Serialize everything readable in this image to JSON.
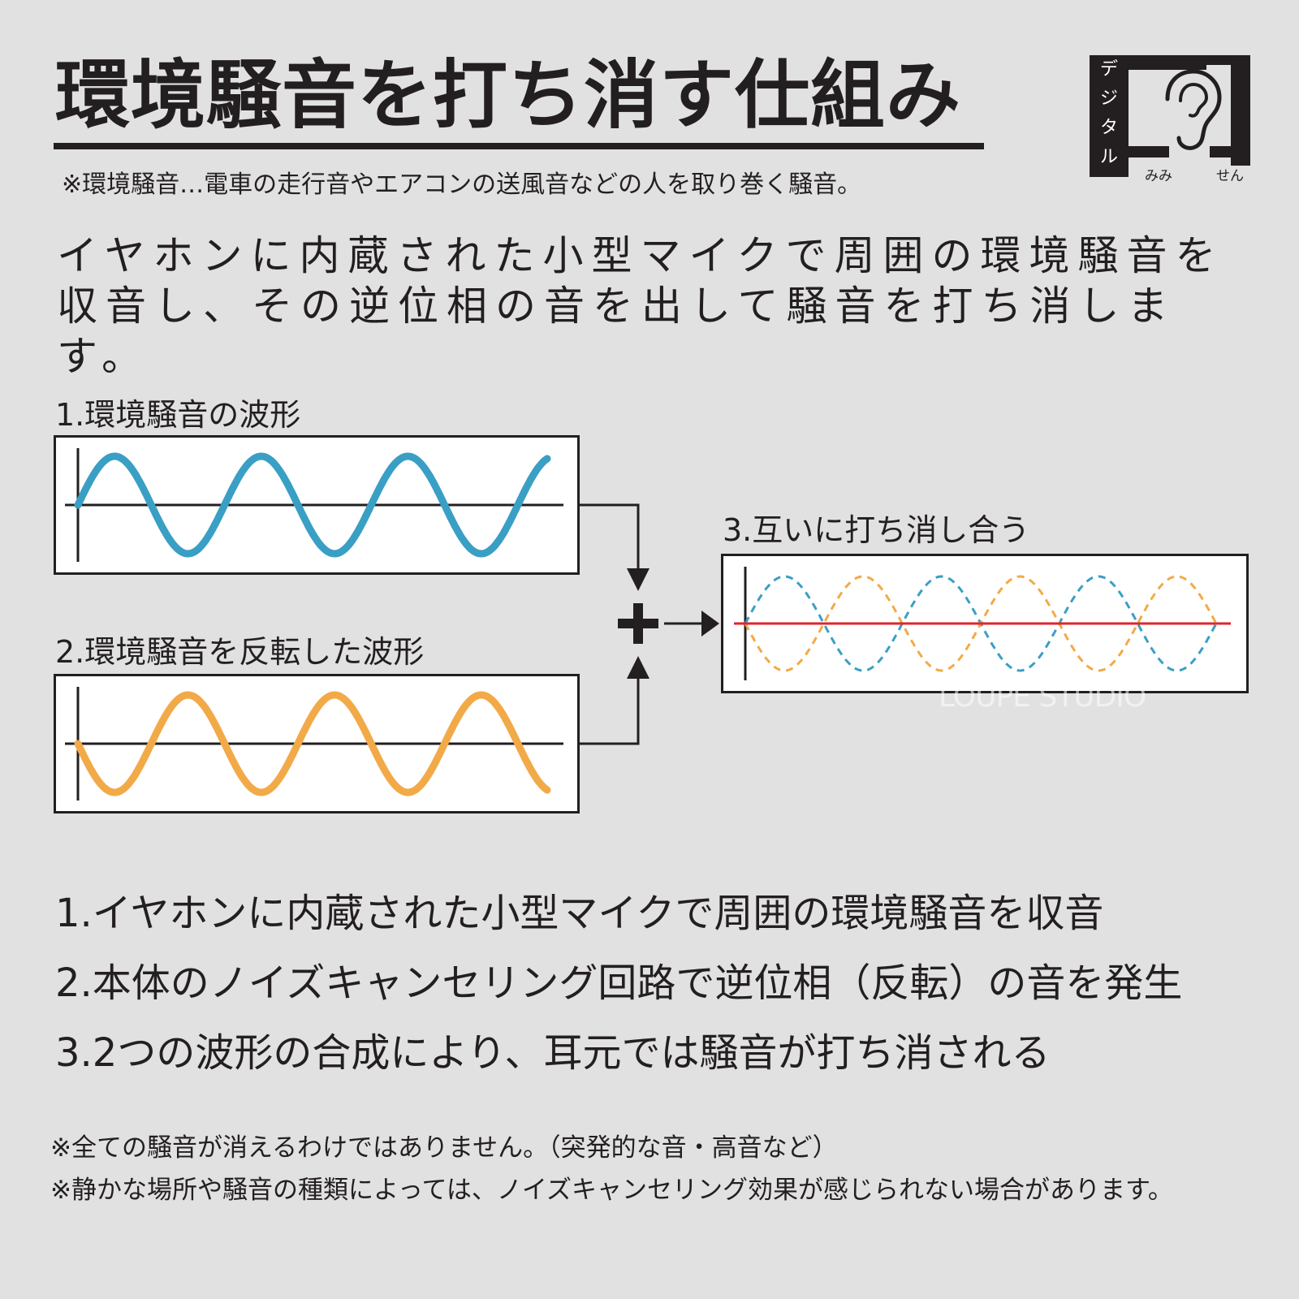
{
  "header": {
    "title": "環境騒音を打ち消す仕組み",
    "note": "※環境騒音…電車の走行音やエアコンの送風音などの人を取り巻く騒音。"
  },
  "logo": {
    "vertical_text": [
      "デ",
      "ジ",
      "タ",
      "ル"
    ],
    "cap_left": "みみ",
    "cap_right": "せん"
  },
  "lead": "イヤホンに内蔵された小型マイクで周囲の環境騒音を収音し、その逆位相の音を出して騒音を打ち消します。",
  "diagram": {
    "panel1_label": "1.環境騒音の波形",
    "panel2_label": "2.環境騒音を反転した波形",
    "panel3_label": "3.互いに打ち消し合う",
    "colors": {
      "noise": "#3a9fc4",
      "inverted": "#f2aa48",
      "result": "#e0262b",
      "ink": "#231f20"
    }
  },
  "steps": [
    "1.イヤホンに内蔵された小型マイクで周囲の環境騒音を収音",
    "2.本体のノイズキャンセリング回路で逆位相（反転）の音を発生",
    "3.2つの波形の合成により、耳元では騒音が打ち消される"
  ],
  "notes": [
    "※全ての騒音が消えるわけではありません。（突発的な音・高音など）",
    "※静かな場所や騒音の種類によっては、ノイズキャンセリング効果が感じられない場合があります。"
  ],
  "watermark": "LOUPE STUDIO"
}
